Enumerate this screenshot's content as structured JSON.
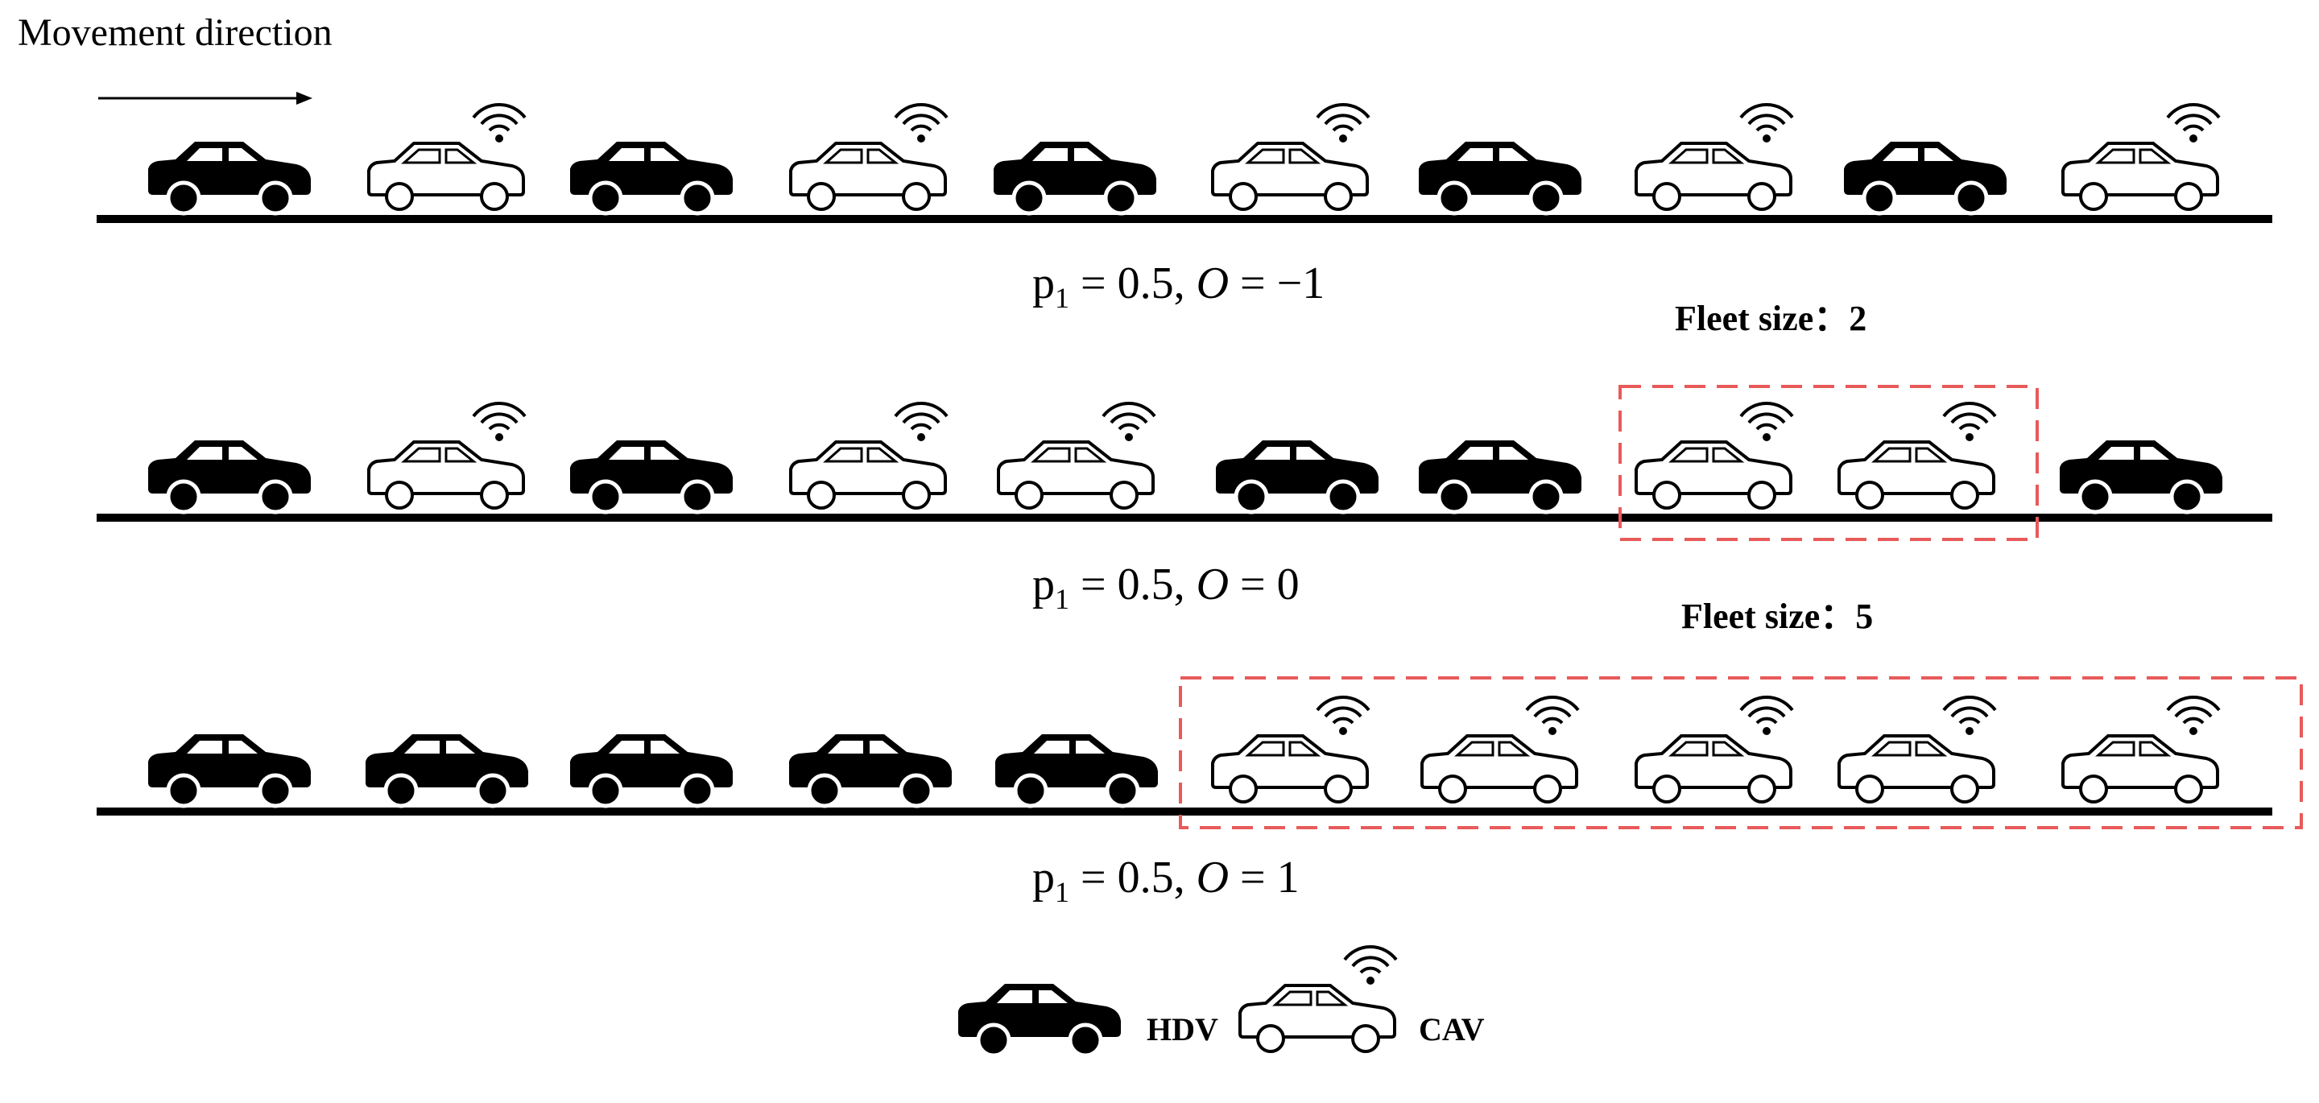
{
  "header": {
    "direction_label": "Movement direction"
  },
  "legend": {
    "hdv_label": "HDV",
    "cav_label": "CAV"
  },
  "colors": {
    "hdv_fill": "#000000",
    "cav_outline": "#000000",
    "fleet_box": "#e85a5a"
  },
  "scenarios": [
    {
      "p_symbol": "p",
      "p_subscript": "1",
      "p_value": "0.5",
      "o_symbol": "O",
      "o_value": "−1",
      "fleet_label": "Fleet size：2",
      "vehicles": [
        "HDV",
        "CAV",
        "HDV",
        "CAV",
        "HDV",
        "CAV",
        "HDV",
        "CAV",
        "HDV",
        "CAV"
      ]
    },
    {
      "p_symbol": "p",
      "p_subscript": "1",
      "p_value": "0.5",
      "o_symbol": "O",
      "o_value": "0",
      "fleet_label": "Fleet size：5",
      "vehicles": [
        "HDV",
        "CAV",
        "HDV",
        "CAV",
        "CAV",
        "HDV",
        "HDV",
        "CAV",
        "CAV",
        "HDV"
      ]
    },
    {
      "p_symbol": "p",
      "p_subscript": "1",
      "p_value": "0.5",
      "o_symbol": "O",
      "o_value": "1",
      "vehicles": [
        "HDV",
        "HDV",
        "HDV",
        "HDV",
        "HDV",
        "CAV",
        "CAV",
        "CAV",
        "CAV",
        "CAV"
      ]
    }
  ]
}
